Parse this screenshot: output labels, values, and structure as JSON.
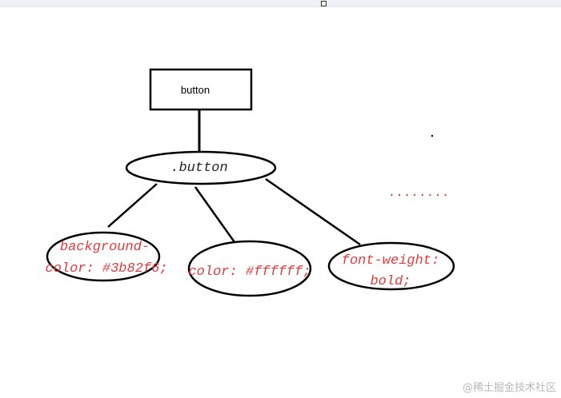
{
  "diagram": {
    "root_box_label": "button",
    "selector_label": ".button",
    "ellipsis": "........",
    "properties": [
      {
        "line1": "background-",
        "line2": "color: #3b82f6;"
      },
      {
        "line1": "color: #ffffff;"
      },
      {
        "line1": "font-weight:",
        "line2": "bold;"
      }
    ]
  },
  "colors": {
    "stroke": "#000000",
    "handwriting": "#e23b3b",
    "watermark": "#b8b8b8"
  },
  "watermark": "@稀土掘金技术社区"
}
